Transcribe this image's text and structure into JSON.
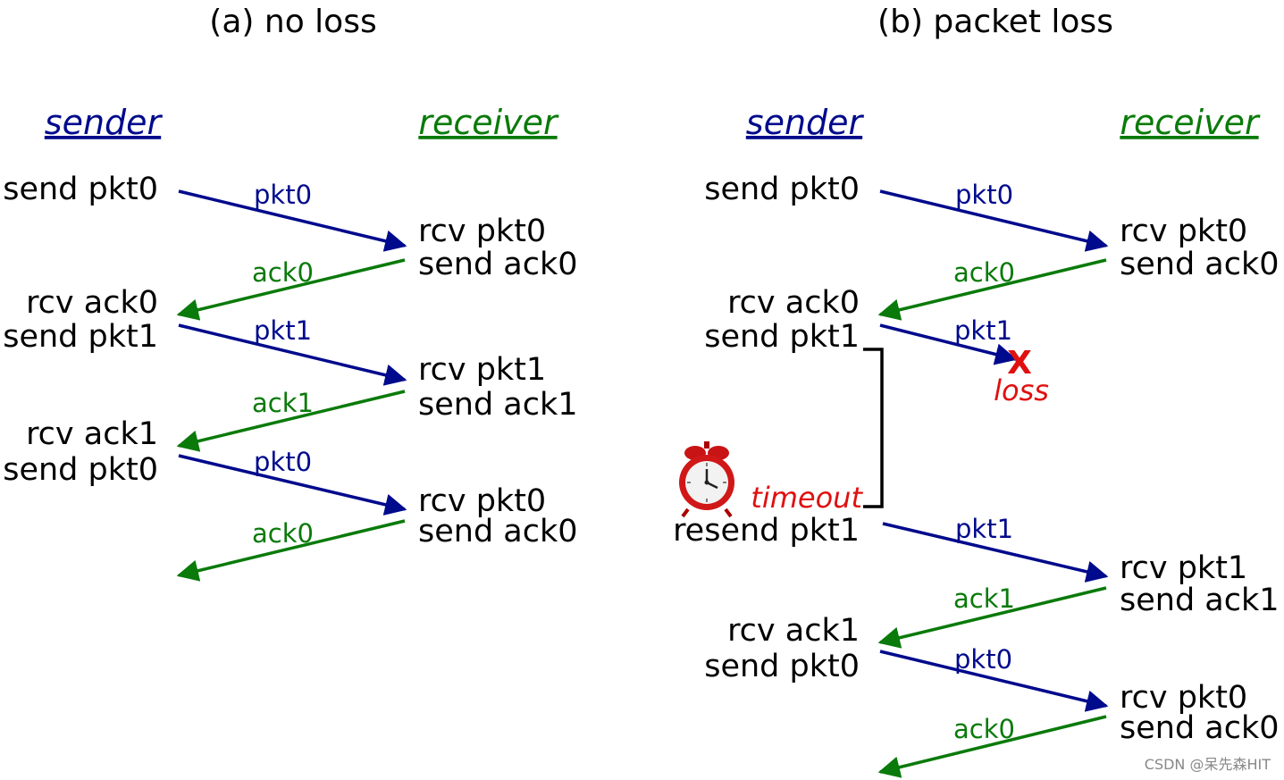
{
  "panel_a": {
    "title": "(a) no loss",
    "sender_header": "sender",
    "receiver_header": "receiver",
    "sender_events": [
      "send pkt0",
      "rcv ack0",
      "send pkt1",
      "rcv ack1",
      "send pkt0"
    ],
    "receiver_events": [
      "rcv pkt0",
      "send ack0",
      "rcv pkt1",
      "send ack1",
      "rcv pkt0",
      "send ack0"
    ],
    "messages": [
      "pkt0",
      "ack0",
      "pkt1",
      "ack1",
      "pkt0",
      "ack0"
    ]
  },
  "panel_b": {
    "title": "(b) packet loss",
    "sender_header": "sender",
    "receiver_header": "receiver",
    "sender_events": [
      "send pkt0",
      "rcv ack0",
      "send pkt1",
      "resend pkt1",
      "rcv ack1",
      "send pkt0"
    ],
    "receiver_events": [
      "rcv pkt0",
      "send ack0",
      "rcv pkt1",
      "send ack1",
      "rcv pkt0",
      "send ack0"
    ],
    "messages": [
      "pkt0",
      "ack0",
      "pkt1",
      "pkt1",
      "ack1",
      "pkt0",
      "ack0"
    ],
    "loss_mark": "X",
    "loss_label": "loss",
    "timeout_label": "timeout"
  },
  "colors": {
    "pkt": "#000a8c",
    "ack": "#0a7a0a",
    "loss": "#e01010"
  },
  "icons": {
    "timer": "alarm-clock-icon"
  },
  "watermark": "CSDN @呆先森HIT"
}
